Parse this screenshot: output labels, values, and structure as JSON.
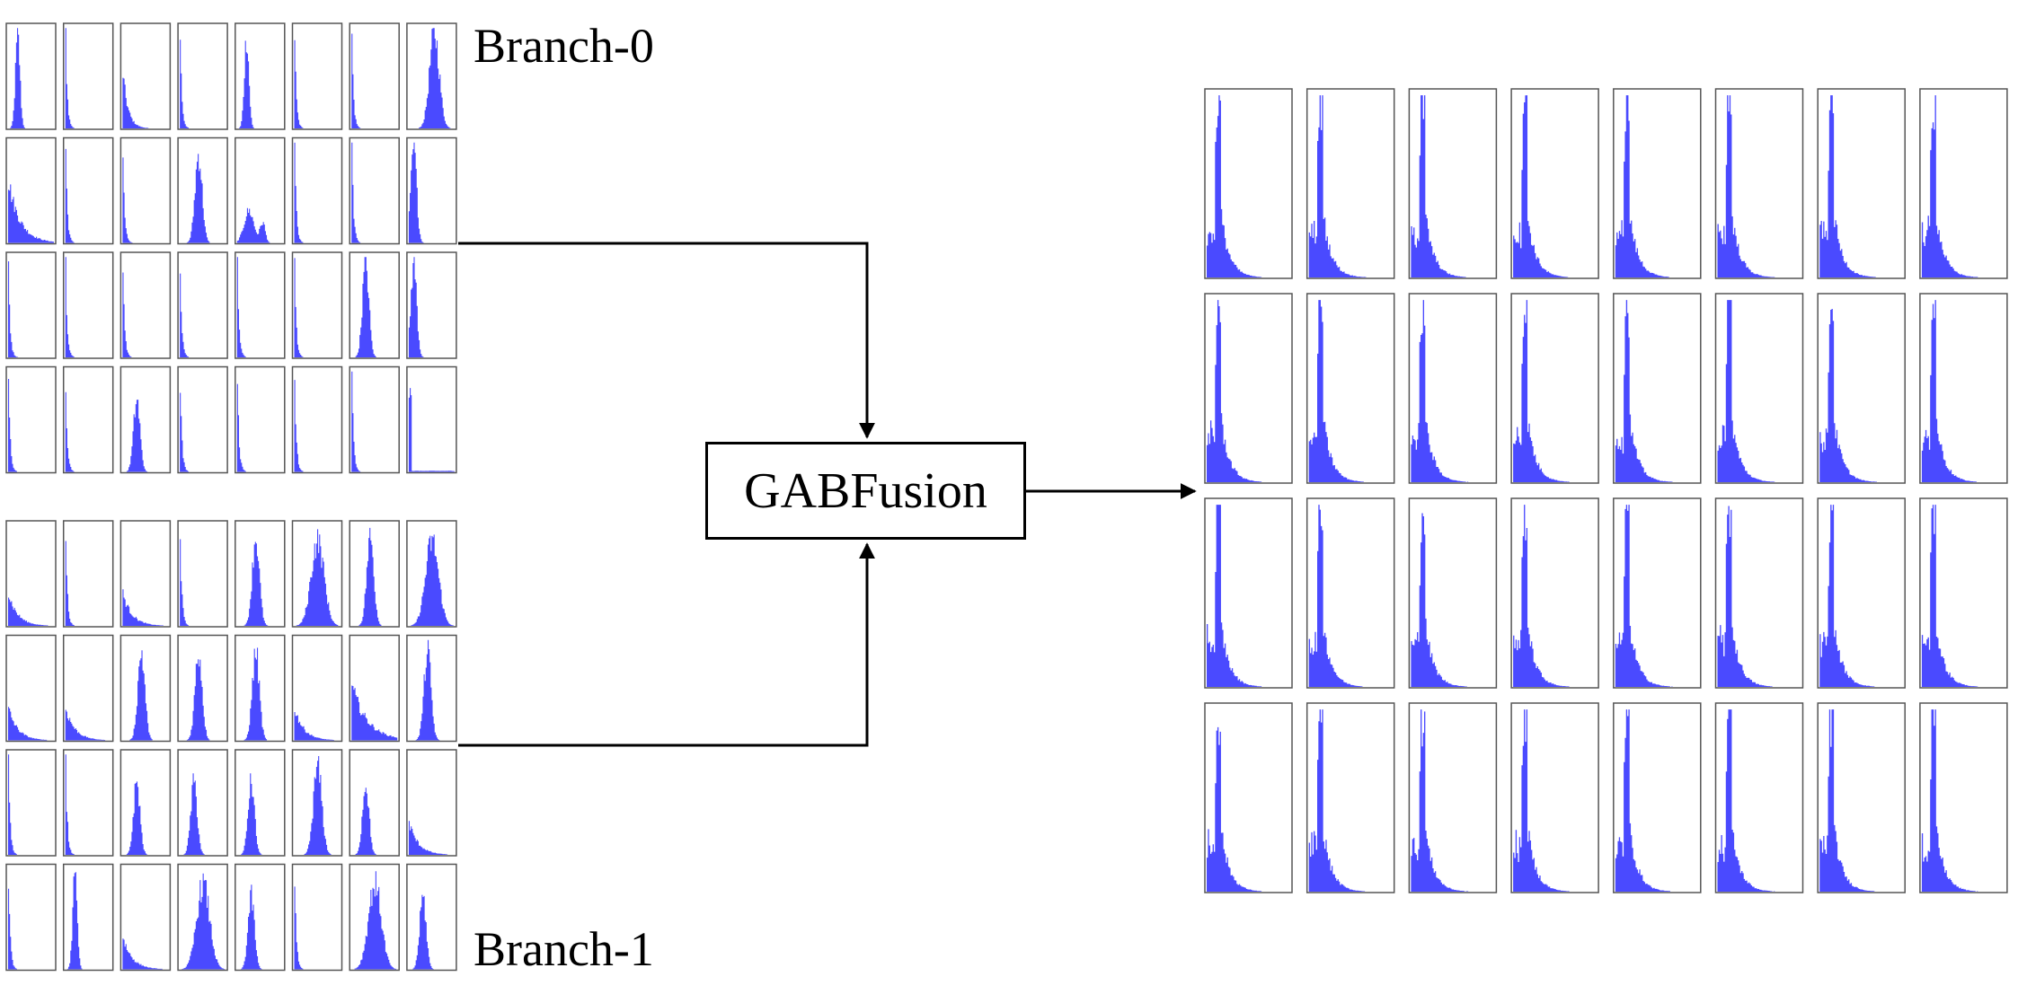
{
  "diagram": {
    "labels": {
      "branch0": "Branch-0",
      "branch1": "Branch-1",
      "fusion_block": "GABFusion"
    },
    "colors": {
      "histogram_fill": "#4a4aff",
      "panel_border": "#555555",
      "line": "#000000",
      "background": "#ffffff"
    },
    "grids": {
      "branch0": {
        "rows": 4,
        "cols": 8,
        "cells": [
          [
            "peak-low",
            "spike-left",
            "decay",
            "spike-left",
            "peak-low",
            "spike-left",
            "spike-left",
            "bell-right"
          ],
          [
            "decay-wide",
            "spike-left",
            "spike-left",
            "peak-mid",
            "bimodal-low",
            "spike-left",
            "spike-left",
            "peak-left-tall"
          ],
          [
            "spike-left",
            "spike-left",
            "spike-left",
            "spike-left",
            "spike-left",
            "spike-left",
            "peak-right-tall",
            "peak-left-tall"
          ],
          [
            "spike-left",
            "spike-left",
            "peak-mid-low",
            "spike-left",
            "spike-left",
            "spike-left",
            "spike-left",
            "spike-thin"
          ]
        ]
      },
      "branch1": {
        "rows": 4,
        "cols": 8,
        "cells": [
          [
            "decay-low",
            "spike-left",
            "decay-low",
            "spike-left",
            "peak-mid",
            "bell-wide",
            "peak-mid",
            "bell-wide"
          ],
          [
            "decay-low",
            "decay-low",
            "peak-mid",
            "peak-mid",
            "peak-mid",
            "decay-low",
            "decay-noisy",
            "peak-mid"
          ],
          [
            "spike-left",
            "spike-left",
            "peak-mid-low",
            "peak-mid-low",
            "peak-mid-low",
            "bell-mid",
            "peak-mid-low",
            "decay-low"
          ],
          [
            "spike-left",
            "peak-low",
            "decay-low",
            "bell-wide",
            "peak-mid-low",
            "spike-left",
            "bell-wide",
            "peak-mid-low"
          ]
        ]
      },
      "output": {
        "rows": 4,
        "cols": 8,
        "cells": [
          [
            "spike-tail",
            "spike-tail",
            "spike-tail",
            "spike-tail",
            "spike-tail",
            "spike-tail",
            "spike-tail",
            "spike-tail"
          ],
          [
            "spike-tail",
            "spike-tail",
            "spike-tail",
            "spike-tail",
            "spike-tail",
            "spike-tail",
            "spike-tail",
            "spike-tail"
          ],
          [
            "spike-tail",
            "spike-tail",
            "spike-tail",
            "spike-tail",
            "spike-tail",
            "spike-tail",
            "spike-tail",
            "spike-tail"
          ],
          [
            "spike-tail",
            "spike-tail",
            "spike-tail",
            "spike-tail",
            "spike-tail",
            "spike-tail",
            "spike-tail",
            "spike-tail"
          ]
        ]
      }
    }
  }
}
